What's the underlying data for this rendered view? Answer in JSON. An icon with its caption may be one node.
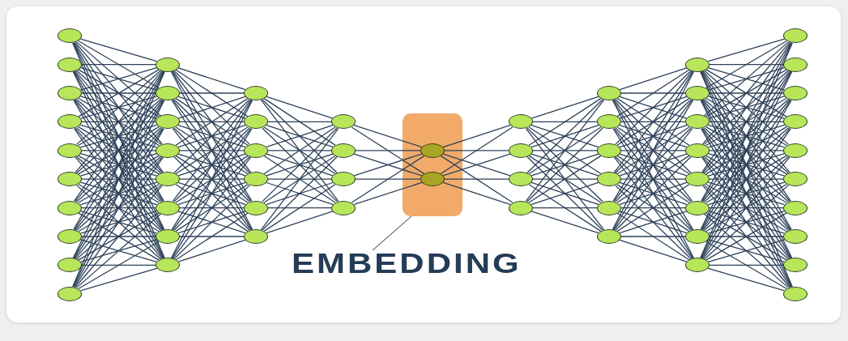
{
  "diagram": {
    "nodes": [
      {
        "text": [],
        "shape": "circle"
      },
      {
        "text": [],
        "shape": "circle"
      },
      {
        "text": [],
        "shape": "circle"
      },
      {
        "text": [],
        "shape": "circle"
      },
      {
        "text": [],
        "shape": "circle"
      },
      {
        "text": [],
        "shape": "circle"
      },
      {
        "text": [],
        "shape": "circle"
      },
      {
        "text": [],
        "shape": "circle"
      },
      {
        "text": [],
        "shape": "circle"
      },
      {
        "text": [],
        "shape": "circle"
      },
      {
        "text": [],
        "shape": "circle"
      },
      {
        "text": [],
        "shape": "circle"
      },
      {
        "text": [],
        "shape": "circle"
      },
      {
        "text": [],
        "shape": "circle"
      },
      {
        "text": [],
        "shape": "circle"
      },
      {
        "text": [],
        "shape": "circle"
      },
      {
        "text": [],
        "shape": "circle"
      },
      {
        "text": [],
        "shape": "circle"
      },
      {
        "text": [],
        "shape": "circle"
      },
      {
        "text": [],
        "shape": "circle"
      },
      {
        "text": [],
        "shape": "circle"
      },
      {
        "text": [],
        "shape": "circle"
      },
      {
        "text": [],
        "shape": "circle"
      },
      {
        "text": [],
        "shape": "circle"
      },
      {
        "text": [],
        "shape": "circle"
      },
      {
        "text": [],
        "shape": "circle"
      },
      {
        "text": [],
        "shape": "circle"
      },
      {
        "text": [],
        "shape": "circle"
      },
      {
        "text": [],
        "shape": "box"
      },
      {
        "text": [],
        "shape": "circle",
        "in": 28
      },
      {
        "text": [],
        "shape": "circle",
        "in": 28
      },
      {
        "text": [],
        "shape": "circle"
      },
      {
        "text": [],
        "shape": "circle"
      },
      {
        "text": [],
        "shape": "circle"
      },
      {
        "text": [],
        "shape": "circle"
      },
      {
        "text": [],
        "shape": "circle"
      },
      {
        "text": [],
        "shape": "circle"
      },
      {
        "text": [],
        "shape": "circle"
      },
      {
        "text": [],
        "shape": "circle"
      },
      {
        "text": [],
        "shape": "circle"
      },
      {
        "text": [],
        "shape": "circle"
      },
      {
        "text": [],
        "shape": "circle"
      },
      {
        "text": [],
        "shape": "circle"
      },
      {
        "text": [],
        "shape": "circle"
      },
      {
        "text": [],
        "shape": "circle"
      },
      {
        "text": [],
        "shape": "circle"
      },
      {
        "text": [],
        "shape": "circle"
      },
      {
        "text": [],
        "shape": "circle"
      },
      {
        "text": [],
        "shape": "circle"
      },
      {
        "text": [],
        "shape": "circle"
      },
      {
        "text": [],
        "shape": "circle"
      },
      {
        "text": [],
        "shape": "circle"
      },
      {
        "text": [],
        "shape": "circle"
      },
      {
        "text": [],
        "shape": "circle"
      },
      {
        "text": [],
        "shape": "circle"
      },
      {
        "text": [],
        "shape": "circle"
      },
      {
        "text": [],
        "shape": "circle"
      },
      {
        "text": [],
        "shape": "circle"
      },
      {
        "text": [],
        "shape": "circle"
      },
      {
        "text": [
          "EMBEDDING"
        ]
      }
    ],
    "edges": [
      {
        "from": 0,
        "to": 10,
        "arrow": "none"
      },
      {
        "from": 0,
        "to": 11,
        "arrow": "none"
      },
      {
        "from": 0,
        "to": 12,
        "arrow": "none"
      },
      {
        "from": 0,
        "to": 13,
        "arrow": "none"
      },
      {
        "from": 0,
        "to": 14,
        "arrow": "none"
      },
      {
        "from": 0,
        "to": 15,
        "arrow": "none"
      },
      {
        "from": 0,
        "to": 16,
        "arrow": "none"
      },
      {
        "from": 0,
        "to": 17,
        "arrow": "none"
      },
      {
        "from": 1,
        "to": 10,
        "arrow": "none"
      },
      {
        "from": 1,
        "to": 11,
        "arrow": "none"
      },
      {
        "from": 1,
        "to": 12,
        "arrow": "none"
      },
      {
        "from": 1,
        "to": 13,
        "arrow": "none"
      },
      {
        "from": 1,
        "to": 14,
        "arrow": "none"
      },
      {
        "from": 1,
        "to": 15,
        "arrow": "none"
      },
      {
        "from": 1,
        "to": 16,
        "arrow": "none"
      },
      {
        "from": 1,
        "to": 17,
        "arrow": "none"
      },
      {
        "from": 2,
        "to": 10,
        "arrow": "none"
      },
      {
        "from": 2,
        "to": 11,
        "arrow": "none"
      },
      {
        "from": 2,
        "to": 12,
        "arrow": "none"
      },
      {
        "from": 2,
        "to": 13,
        "arrow": "none"
      },
      {
        "from": 2,
        "to": 14,
        "arrow": "none"
      },
      {
        "from": 2,
        "to": 15,
        "arrow": "none"
      },
      {
        "from": 2,
        "to": 16,
        "arrow": "none"
      },
      {
        "from": 2,
        "to": 17,
        "arrow": "none"
      },
      {
        "from": 3,
        "to": 10,
        "arrow": "none"
      },
      {
        "from": 3,
        "to": 11,
        "arrow": "none"
      },
      {
        "from": 3,
        "to": 12,
        "arrow": "none"
      },
      {
        "from": 3,
        "to": 13,
        "arrow": "none"
      },
      {
        "from": 3,
        "to": 14,
        "arrow": "none"
      },
      {
        "from": 3,
        "to": 15,
        "arrow": "none"
      },
      {
        "from": 3,
        "to": 16,
        "arrow": "none"
      },
      {
        "from": 3,
        "to": 17,
        "arrow": "none"
      },
      {
        "from": 4,
        "to": 10,
        "arrow": "none"
      },
      {
        "from": 4,
        "to": 11,
        "arrow": "none"
      },
      {
        "from": 4,
        "to": 12,
        "arrow": "none"
      },
      {
        "from": 4,
        "to": 13,
        "arrow": "none"
      },
      {
        "from": 4,
        "to": 14,
        "arrow": "none"
      },
      {
        "from": 4,
        "to": 15,
        "arrow": "none"
      },
      {
        "from": 4,
        "to": 16,
        "arrow": "none"
      },
      {
        "from": 4,
        "to": 17,
        "arrow": "none"
      },
      {
        "from": 5,
        "to": 10,
        "arrow": "none"
      },
      {
        "from": 5,
        "to": 11,
        "arrow": "none"
      },
      {
        "from": 5,
        "to": 12,
        "arrow": "none"
      },
      {
        "from": 5,
        "to": 13,
        "arrow": "none"
      },
      {
        "from": 5,
        "to": 14,
        "arrow": "none"
      },
      {
        "from": 5,
        "to": 15,
        "arrow": "none"
      },
      {
        "from": 5,
        "to": 16,
        "arrow": "none"
      },
      {
        "from": 5,
        "to": 17,
        "arrow": "none"
      },
      {
        "from": 6,
        "to": 10,
        "arrow": "none"
      },
      {
        "from": 6,
        "to": 11,
        "arrow": "none"
      },
      {
        "from": 6,
        "to": 12,
        "arrow": "none"
      },
      {
        "from": 6,
        "to": 13,
        "arrow": "none"
      },
      {
        "from": 6,
        "to": 14,
        "arrow": "none"
      },
      {
        "from": 6,
        "to": 15,
        "arrow": "none"
      },
      {
        "from": 6,
        "to": 16,
        "arrow": "none"
      },
      {
        "from": 6,
        "to": 17,
        "arrow": "none"
      },
      {
        "from": 7,
        "to": 10,
        "arrow": "none"
      },
      {
        "from": 7,
        "to": 11,
        "arrow": "none"
      },
      {
        "from": 7,
        "to": 12,
        "arrow": "none"
      },
      {
        "from": 7,
        "to": 13,
        "arrow": "none"
      },
      {
        "from": 7,
        "to": 14,
        "arrow": "none"
      },
      {
        "from": 7,
        "to": 15,
        "arrow": "none"
      },
      {
        "from": 7,
        "to": 16,
        "arrow": "none"
      },
      {
        "from": 7,
        "to": 17,
        "arrow": "none"
      },
      {
        "from": 8,
        "to": 10,
        "arrow": "none"
      },
      {
        "from": 8,
        "to": 11,
        "arrow": "none"
      },
      {
        "from": 8,
        "to": 12,
        "arrow": "none"
      },
      {
        "from": 8,
        "to": 13,
        "arrow": "none"
      },
      {
        "from": 8,
        "to": 14,
        "arrow": "none"
      },
      {
        "from": 8,
        "to": 15,
        "arrow": "none"
      },
      {
        "from": 8,
        "to": 16,
        "arrow": "none"
      },
      {
        "from": 8,
        "to": 17,
        "arrow": "none"
      },
      {
        "from": 9,
        "to": 10,
        "arrow": "none"
      },
      {
        "from": 9,
        "to": 11,
        "arrow": "none"
      },
      {
        "from": 9,
        "to": 12,
        "arrow": "none"
      },
      {
        "from": 9,
        "to": 13,
        "arrow": "none"
      },
      {
        "from": 9,
        "to": 14,
        "arrow": "none"
      },
      {
        "from": 9,
        "to": 15,
        "arrow": "none"
      },
      {
        "from": 9,
        "to": 16,
        "arrow": "none"
      },
      {
        "from": 9,
        "to": 17,
        "arrow": "none"
      },
      {
        "from": 10,
        "to": 18,
        "arrow": "none"
      },
      {
        "from": 10,
        "to": 19,
        "arrow": "none"
      },
      {
        "from": 10,
        "to": 20,
        "arrow": "none"
      },
      {
        "from": 10,
        "to": 21,
        "arrow": "none"
      },
      {
        "from": 10,
        "to": 22,
        "arrow": "none"
      },
      {
        "from": 10,
        "to": 23,
        "arrow": "none"
      },
      {
        "from": 11,
        "to": 18,
        "arrow": "none"
      },
      {
        "from": 11,
        "to": 19,
        "arrow": "none"
      },
      {
        "from": 11,
        "to": 20,
        "arrow": "none"
      },
      {
        "from": 11,
        "to": 21,
        "arrow": "none"
      },
      {
        "from": 11,
        "to": 22,
        "arrow": "none"
      },
      {
        "from": 11,
        "to": 23,
        "arrow": "none"
      },
      {
        "from": 12,
        "to": 18,
        "arrow": "none"
      },
      {
        "from": 12,
        "to": 19,
        "arrow": "none"
      },
      {
        "from": 12,
        "to": 20,
        "arrow": "none"
      },
      {
        "from": 12,
        "to": 21,
        "arrow": "none"
      },
      {
        "from": 12,
        "to": 22,
        "arrow": "none"
      },
      {
        "from": 12,
        "to": 23,
        "arrow": "none"
      },
      {
        "from": 13,
        "to": 18,
        "arrow": "none"
      },
      {
        "from": 13,
        "to": 19,
        "arrow": "none"
      },
      {
        "from": 13,
        "to": 20,
        "arrow": "none"
      },
      {
        "from": 13,
        "to": 21,
        "arrow": "none"
      },
      {
        "from": 13,
        "to": 22,
        "arrow": "none"
      },
      {
        "from": 13,
        "to": 23,
        "arrow": "none"
      },
      {
        "from": 14,
        "to": 18,
        "arrow": "none"
      },
      {
        "from": 14,
        "to": 19,
        "arrow": "none"
      },
      {
        "from": 14,
        "to": 20,
        "arrow": "none"
      },
      {
        "from": 14,
        "to": 21,
        "arrow": "none"
      },
      {
        "from": 14,
        "to": 22,
        "arrow": "none"
      },
      {
        "from": 14,
        "to": 23,
        "arrow": "none"
      },
      {
        "from": 15,
        "to": 18,
        "arrow": "none"
      },
      {
        "from": 15,
        "to": 19,
        "arrow": "none"
      },
      {
        "from": 15,
        "to": 20,
        "arrow": "none"
      },
      {
        "from": 15,
        "to": 21,
        "arrow": "none"
      },
      {
        "from": 15,
        "to": 22,
        "arrow": "none"
      },
      {
        "from": 15,
        "to": 23,
        "arrow": "none"
      },
      {
        "from": 16,
        "to": 18,
        "arrow": "none"
      },
      {
        "from": 16,
        "to": 19,
        "arrow": "none"
      },
      {
        "from": 16,
        "to": 20,
        "arrow": "none"
      },
      {
        "from": 16,
        "to": 21,
        "arrow": "none"
      },
      {
        "from": 16,
        "to": 22,
        "arrow": "none"
      },
      {
        "from": 16,
        "to": 23,
        "arrow": "none"
      },
      {
        "from": 17,
        "to": 18,
        "arrow": "none"
      },
      {
        "from": 17,
        "to": 19,
        "arrow": "none"
      },
      {
        "from": 17,
        "to": 20,
        "arrow": "none"
      },
      {
        "from": 17,
        "to": 21,
        "arrow": "none"
      },
      {
        "from": 17,
        "to": 22,
        "arrow": "none"
      },
      {
        "from": 17,
        "to": 23,
        "arrow": "none"
      },
      {
        "from": 18,
        "to": 24,
        "arrow": "none"
      },
      {
        "from": 18,
        "to": 25,
        "arrow": "none"
      },
      {
        "from": 18,
        "to": 26,
        "arrow": "none"
      },
      {
        "from": 18,
        "to": 27,
        "arrow": "none"
      },
      {
        "from": 19,
        "to": 24,
        "arrow": "none"
      },
      {
        "from": 19,
        "to": 25,
        "arrow": "none"
      },
      {
        "from": 19,
        "to": 26,
        "arrow": "none"
      },
      {
        "from": 19,
        "to": 27,
        "arrow": "none"
      },
      {
        "from": 20,
        "to": 24,
        "arrow": "none"
      },
      {
        "from": 20,
        "to": 25,
        "arrow": "none"
      },
      {
        "from": 20,
        "to": 26,
        "arrow": "none"
      },
      {
        "from": 20,
        "to": 27,
        "arrow": "none"
      },
      {
        "from": 21,
        "to": 24,
        "arrow": "none"
      },
      {
        "from": 21,
        "to": 25,
        "arrow": "none"
      },
      {
        "from": 21,
        "to": 26,
        "arrow": "none"
      },
      {
        "from": 21,
        "to": 27,
        "arrow": "none"
      },
      {
        "from": 22,
        "to": 24,
        "arrow": "none"
      },
      {
        "from": 22,
        "to": 25,
        "arrow": "none"
      },
      {
        "from": 22,
        "to": 26,
        "arrow": "none"
      },
      {
        "from": 22,
        "to": 27,
        "arrow": "none"
      },
      {
        "from": 23,
        "to": 24,
        "arrow": "none"
      },
      {
        "from": 23,
        "to": 25,
        "arrow": "none"
      },
      {
        "from": 23,
        "to": 26,
        "arrow": "none"
      },
      {
        "from": 23,
        "to": 27,
        "arrow": "none"
      },
      {
        "from": 24,
        "to": 29,
        "arrow": "none"
      },
      {
        "from": 24,
        "to": 30,
        "arrow": "none"
      },
      {
        "from": 25,
        "to": 29,
        "arrow": "none"
      },
      {
        "from": 25,
        "to": 30,
        "arrow": "none"
      },
      {
        "from": 26,
        "to": 29,
        "arrow": "none"
      },
      {
        "from": 26,
        "to": 30,
        "arrow": "none"
      },
      {
        "from": 27,
        "to": 29,
        "arrow": "none"
      },
      {
        "from": 27,
        "to": 30,
        "arrow": "none"
      },
      {
        "from": 29,
        "to": 31,
        "arrow": "none"
      },
      {
        "from": 29,
        "to": 32,
        "arrow": "none"
      },
      {
        "from": 29,
        "to": 33,
        "arrow": "none"
      },
      {
        "from": 29,
        "to": 34,
        "arrow": "none"
      },
      {
        "from": 30,
        "to": 31,
        "arrow": "none"
      },
      {
        "from": 30,
        "to": 32,
        "arrow": "none"
      },
      {
        "from": 30,
        "to": 33,
        "arrow": "none"
      },
      {
        "from": 30,
        "to": 34,
        "arrow": "none"
      },
      {
        "from": 31,
        "to": 35,
        "arrow": "none"
      },
      {
        "from": 31,
        "to": 36,
        "arrow": "none"
      },
      {
        "from": 31,
        "to": 37,
        "arrow": "none"
      },
      {
        "from": 31,
        "to": 38,
        "arrow": "none"
      },
      {
        "from": 31,
        "to": 39,
        "arrow": "none"
      },
      {
        "from": 31,
        "to": 40,
        "arrow": "none"
      },
      {
        "from": 32,
        "to": 35,
        "arrow": "none"
      },
      {
        "from": 32,
        "to": 36,
        "arrow": "none"
      },
      {
        "from": 32,
        "to": 37,
        "arrow": "none"
      },
      {
        "from": 32,
        "to": 38,
        "arrow": "none"
      },
      {
        "from": 32,
        "to": 39,
        "arrow": "none"
      },
      {
        "from": 32,
        "to": 40,
        "arrow": "none"
      },
      {
        "from": 33,
        "to": 35,
        "arrow": "none"
      },
      {
        "from": 33,
        "to": 36,
        "arrow": "none"
      },
      {
        "from": 33,
        "to": 37,
        "arrow": "none"
      },
      {
        "from": 33,
        "to": 38,
        "arrow": "none"
      },
      {
        "from": 33,
        "to": 39,
        "arrow": "none"
      },
      {
        "from": 33,
        "to": 40,
        "arrow": "none"
      },
      {
        "from": 34,
        "to": 35,
        "arrow": "none"
      },
      {
        "from": 34,
        "to": 36,
        "arrow": "none"
      },
      {
        "from": 34,
        "to": 37,
        "arrow": "none"
      },
      {
        "from": 34,
        "to": 38,
        "arrow": "none"
      },
      {
        "from": 34,
        "to": 39,
        "arrow": "none"
      },
      {
        "from": 34,
        "to": 40,
        "arrow": "none"
      },
      {
        "from": 35,
        "to": 41,
        "arrow": "none"
      },
      {
        "from": 35,
        "to": 42,
        "arrow": "none"
      },
      {
        "from": 35,
        "to": 43,
        "arrow": "none"
      },
      {
        "from": 35,
        "to": 44,
        "arrow": "none"
      },
      {
        "from": 35,
        "to": 45,
        "arrow": "none"
      },
      {
        "from": 35,
        "to": 46,
        "arrow": "none"
      },
      {
        "from": 35,
        "to": 47,
        "arrow": "none"
      },
      {
        "from": 35,
        "to": 48,
        "arrow": "none"
      },
      {
        "from": 36,
        "to": 41,
        "arrow": "none"
      },
      {
        "from": 36,
        "to": 42,
        "arrow": "none"
      },
      {
        "from": 36,
        "to": 43,
        "arrow": "none"
      },
      {
        "from": 36,
        "to": 44,
        "arrow": "none"
      },
      {
        "from": 36,
        "to": 45,
        "arrow": "none"
      },
      {
        "from": 36,
        "to": 46,
        "arrow": "none"
      },
      {
        "from": 36,
        "to": 47,
        "arrow": "none"
      },
      {
        "from": 36,
        "to": 48,
        "arrow": "none"
      },
      {
        "from": 37,
        "to": 41,
        "arrow": "none"
      },
      {
        "from": 37,
        "to": 42,
        "arrow": "none"
      },
      {
        "from": 37,
        "to": 43,
        "arrow": "none"
      },
      {
        "from": 37,
        "to": 44,
        "arrow": "none"
      },
      {
        "from": 37,
        "to": 45,
        "arrow": "none"
      },
      {
        "from": 37,
        "to": 46,
        "arrow": "none"
      },
      {
        "from": 37,
        "to": 47,
        "arrow": "none"
      },
      {
        "from": 37,
        "to": 48,
        "arrow": "none"
      },
      {
        "from": 38,
        "to": 41,
        "arrow": "none"
      },
      {
        "from": 38,
        "to": 42,
        "arrow": "none"
      },
      {
        "from": 38,
        "to": 43,
        "arrow": "none"
      },
      {
        "from": 38,
        "to": 44,
        "arrow": "none"
      },
      {
        "from": 38,
        "to": 45,
        "arrow": "none"
      },
      {
        "from": 38,
        "to": 46,
        "arrow": "none"
      },
      {
        "from": 38,
        "to": 47,
        "arrow": "none"
      },
      {
        "from": 38,
        "to": 48,
        "arrow": "none"
      },
      {
        "from": 39,
        "to": 41,
        "arrow": "none"
      },
      {
        "from": 39,
        "to": 42,
        "arrow": "none"
      },
      {
        "from": 39,
        "to": 43,
        "arrow": "none"
      },
      {
        "from": 39,
        "to": 44,
        "arrow": "none"
      },
      {
        "from": 39,
        "to": 45,
        "arrow": "none"
      },
      {
        "from": 39,
        "to": 46,
        "arrow": "none"
      },
      {
        "from": 39,
        "to": 47,
        "arrow": "none"
      },
      {
        "from": 39,
        "to": 48,
        "arrow": "none"
      },
      {
        "from": 40,
        "to": 41,
        "arrow": "none"
      },
      {
        "from": 40,
        "to": 42,
        "arrow": "none"
      },
      {
        "from": 40,
        "to": 43,
        "arrow": "none"
      },
      {
        "from": 40,
        "to": 44,
        "arrow": "none"
      },
      {
        "from": 40,
        "to": 45,
        "arrow": "none"
      },
      {
        "from": 40,
        "to": 46,
        "arrow": "none"
      },
      {
        "from": 40,
        "to": 47,
        "arrow": "none"
      },
      {
        "from": 40,
        "to": 48,
        "arrow": "none"
      },
      {
        "from": 41,
        "to": 49,
        "arrow": "none"
      },
      {
        "from": 41,
        "to": 50,
        "arrow": "none"
      },
      {
        "from": 41,
        "to": 51,
        "arrow": "none"
      },
      {
        "from": 41,
        "to": 52,
        "arrow": "none"
      },
      {
        "from": 41,
        "to": 53,
        "arrow": "none"
      },
      {
        "from": 41,
        "to": 54,
        "arrow": "none"
      },
      {
        "from": 41,
        "to": 55,
        "arrow": "none"
      },
      {
        "from": 41,
        "to": 56,
        "arrow": "none"
      },
      {
        "from": 41,
        "to": 57,
        "arrow": "none"
      },
      {
        "from": 41,
        "to": 58,
        "arrow": "none"
      },
      {
        "from": 42,
        "to": 49,
        "arrow": "none"
      },
      {
        "from": 42,
        "to": 50,
        "arrow": "none"
      },
      {
        "from": 42,
        "to": 51,
        "arrow": "none"
      },
      {
        "from": 42,
        "to": 52,
        "arrow": "none"
      },
      {
        "from": 42,
        "to": 53,
        "arrow": "none"
      },
      {
        "from": 42,
        "to": 54,
        "arrow": "none"
      },
      {
        "from": 42,
        "to": 55,
        "arrow": "none"
      },
      {
        "from": 42,
        "to": 56,
        "arrow": "none"
      },
      {
        "from": 42,
        "to": 57,
        "arrow": "none"
      },
      {
        "from": 42,
        "to": 58,
        "arrow": "none"
      },
      {
        "from": 43,
        "to": 49,
        "arrow": "none"
      },
      {
        "from": 43,
        "to": 50,
        "arrow": "none"
      },
      {
        "from": 43,
        "to": 51,
        "arrow": "none"
      },
      {
        "from": 43,
        "to": 52,
        "arrow": "none"
      },
      {
        "from": 43,
        "to": 53,
        "arrow": "none"
      },
      {
        "from": 43,
        "to": 54,
        "arrow": "none"
      },
      {
        "from": 43,
        "to": 55,
        "arrow": "none"
      },
      {
        "from": 43,
        "to": 56,
        "arrow": "none"
      },
      {
        "from": 43,
        "to": 57,
        "arrow": "none"
      },
      {
        "from": 43,
        "to": 58,
        "arrow": "none"
      },
      {
        "from": 44,
        "to": 49,
        "arrow": "none"
      },
      {
        "from": 44,
        "to": 50,
        "arrow": "none"
      },
      {
        "from": 44,
        "to": 51,
        "arrow": "none"
      },
      {
        "from": 44,
        "to": 52,
        "arrow": "none"
      },
      {
        "from": 44,
        "to": 53,
        "arrow": "none"
      },
      {
        "from": 44,
        "to": 54,
        "arrow": "none"
      },
      {
        "from": 44,
        "to": 55,
        "arrow": "none"
      },
      {
        "from": 44,
        "to": 56,
        "arrow": "none"
      },
      {
        "from": 44,
        "to": 57,
        "arrow": "none"
      },
      {
        "from": 44,
        "to": 58,
        "arrow": "none"
      },
      {
        "from": 45,
        "to": 49,
        "arrow": "none"
      },
      {
        "from": 45,
        "to": 50,
        "arrow": "none"
      },
      {
        "from": 45,
        "to": 51,
        "arrow": "none"
      },
      {
        "from": 45,
        "to": 52,
        "arrow": "none"
      },
      {
        "from": 45,
        "to": 53,
        "arrow": "none"
      },
      {
        "from": 45,
        "to": 54,
        "arrow": "none"
      },
      {
        "from": 45,
        "to": 55,
        "arrow": "none"
      },
      {
        "from": 45,
        "to": 56,
        "arrow": "none"
      },
      {
        "from": 45,
        "to": 57,
        "arrow": "none"
      },
      {
        "from": 45,
        "to": 58,
        "arrow": "none"
      },
      {
        "from": 46,
        "to": 49,
        "arrow": "none"
      },
      {
        "from": 46,
        "to": 50,
        "arrow": "none"
      },
      {
        "from": 46,
        "to": 51,
        "arrow": "none"
      },
      {
        "from": 46,
        "to": 52,
        "arrow": "none"
      },
      {
        "from": 46,
        "to": 53,
        "arrow": "none"
      },
      {
        "from": 46,
        "to": 54,
        "arrow": "none"
      },
      {
        "from": 46,
        "to": 55,
        "arrow": "none"
      },
      {
        "from": 46,
        "to": 56,
        "arrow": "none"
      },
      {
        "from": 46,
        "to": 57,
        "arrow": "none"
      },
      {
        "from": 46,
        "to": 58,
        "arrow": "none"
      },
      {
        "from": 47,
        "to": 49,
        "arrow": "none"
      },
      {
        "from": 47,
        "to": 50,
        "arrow": "none"
      },
      {
        "from": 47,
        "to": 51,
        "arrow": "none"
      },
      {
        "from": 47,
        "to": 52,
        "arrow": "none"
      },
      {
        "from": 47,
        "to": 53,
        "arrow": "none"
      },
      {
        "from": 47,
        "to": 54,
        "arrow": "none"
      },
      {
        "from": 47,
        "to": 55,
        "arrow": "none"
      },
      {
        "from": 47,
        "to": 56,
        "arrow": "none"
      },
      {
        "from": 47,
        "to": 57,
        "arrow": "none"
      },
      {
        "from": 47,
        "to": 58,
        "arrow": "none"
      },
      {
        "from": 48,
        "to": 49,
        "arrow": "none"
      },
      {
        "from": 48,
        "to": 50,
        "arrow": "none"
      },
      {
        "from": 48,
        "to": 51,
        "arrow": "none"
      },
      {
        "from": 48,
        "to": 52,
        "arrow": "none"
      },
      {
        "from": 48,
        "to": 53,
        "arrow": "none"
      },
      {
        "from": 48,
        "to": 54,
        "arrow": "none"
      },
      {
        "from": 48,
        "to": 55,
        "arrow": "none"
      },
      {
        "from": 48,
        "to": 56,
        "arrow": "none"
      },
      {
        "from": 48,
        "to": 57,
        "arrow": "none"
      },
      {
        "from": 48,
        "to": 58,
        "arrow": "none"
      },
      {
        "from": 59,
        "to": 28,
        "arrow": "none"
      }
    ]
  }
}
